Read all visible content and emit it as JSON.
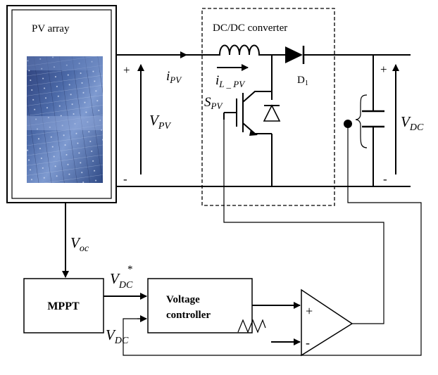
{
  "pv": {
    "title": "PV array",
    "plus": "+",
    "minus": "-"
  },
  "converter": {
    "title": "DC/DC converter",
    "diode": "D",
    "diode_sub": "1"
  },
  "signals": {
    "i_pv_main": "i",
    "i_pv_sub": "PV",
    "i_l_main": "i",
    "i_l_sub": "L _ PV",
    "s_pv_main": "S",
    "s_pv_sub": "PV",
    "v_pv_main": "V",
    "v_pv_sub": "PV",
    "v_dc_main": "V",
    "v_dc_sub": "DC",
    "v_oc_main": "V",
    "v_oc_sub": "oc",
    "v_dc_star_main": "V",
    "v_dc_star_sub": "DC",
    "v_dc_star_sup": "*",
    "v_dc_fb_main": "V",
    "v_dc_fb_sub": "DC"
  },
  "output": {
    "plus": "+",
    "minus": "-"
  },
  "blocks": {
    "mppt": "MPPT",
    "voltage_controller_line1": "Voltage",
    "voltage_controller_line2": "controller"
  },
  "comparator": {
    "plus": "+",
    "minus": "-"
  }
}
